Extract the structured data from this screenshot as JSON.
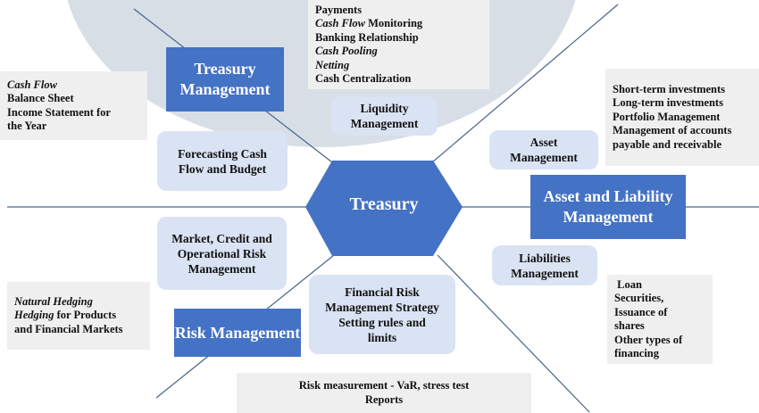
{
  "colors": {
    "primary": "#4472c4",
    "light": "#dae3f3",
    "note": "#efefef",
    "arc": "#d7dee6"
  },
  "center": {
    "label": "Treasury"
  },
  "areas": {
    "treasury_management": "Treasury Management",
    "asset_liability": "Asset and Liability Management",
    "risk_management": "Risk Management"
  },
  "topics": {
    "liquidity": "Liquidity Management",
    "forecasting": "Forecasting Cash Flow and Budget",
    "asset": "Asset Management",
    "liabilities": "Liabilities Management",
    "market_risk": "Market, Credit and Operational Risk Management",
    "financial_risk": "Financial Risk Management Strategy Setting rules and limits"
  },
  "notes": {
    "payments": [
      {
        "italic": "",
        "text": "Payments"
      },
      {
        "italic": "Cash Flow",
        "text": " Monitoring"
      },
      {
        "italic": "",
        "text": "Banking Relationship"
      },
      {
        "italic": "Cash Pooling",
        "text": ""
      },
      {
        "italic": "Netting",
        "text": ""
      },
      {
        "italic": "",
        "text": "Cash Centralization"
      }
    ],
    "reports": [
      {
        "italic": "Cash Flow",
        "text": ""
      },
      {
        "italic": "",
        "text": "Balance Sheet"
      },
      {
        "italic": "",
        "text": "Income Statement for"
      },
      {
        "italic": "",
        "text": "the Year"
      }
    ],
    "investments": [
      "Short-term investments",
      "Long-term investments",
      "Portfolio Management",
      "Management of accounts",
      "payable and receivable"
    ],
    "hedging": [
      {
        "italic": "Natural Hedging",
        "text": ""
      },
      {
        "italic": "Hedging",
        "text": " for Products"
      },
      {
        "italic": "",
        "text": "and Financial Markets"
      }
    ],
    "financing": [
      " Loan",
      "Securities,",
      "Issuance of",
      "shares",
      "Other types of",
      "financing"
    ],
    "risk_measurement": [
      "Risk measurement - VaR, stress test",
      "Reports"
    ]
  }
}
